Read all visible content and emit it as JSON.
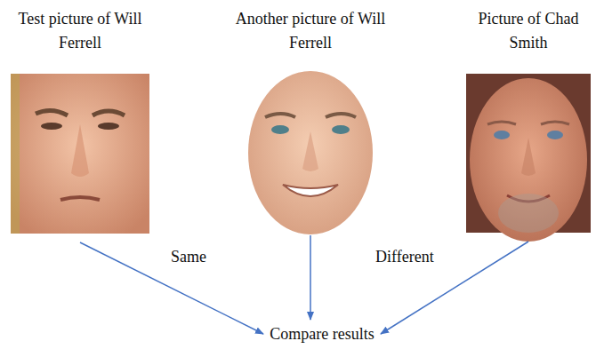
{
  "diagram": {
    "nodes": [
      {
        "text": [
          "Test picture of Will Ferrell"
        ]
      },
      {
        "text": [
          "Another picture of Will Ferrell"
        ]
      },
      {
        "text": [
          "Picture of Chad Smith"
        ]
      },
      {
        "text": [
          "Compare results"
        ]
      }
    ],
    "edges": [
      {
        "from": 0,
        "to": 3,
        "arrow": "to",
        "label": "Same"
      },
      {
        "from": 1,
        "to": 3,
        "arrow": "to"
      },
      {
        "from": 2,
        "to": 3,
        "arrow": "to",
        "label": "Different"
      }
    ]
  }
}
